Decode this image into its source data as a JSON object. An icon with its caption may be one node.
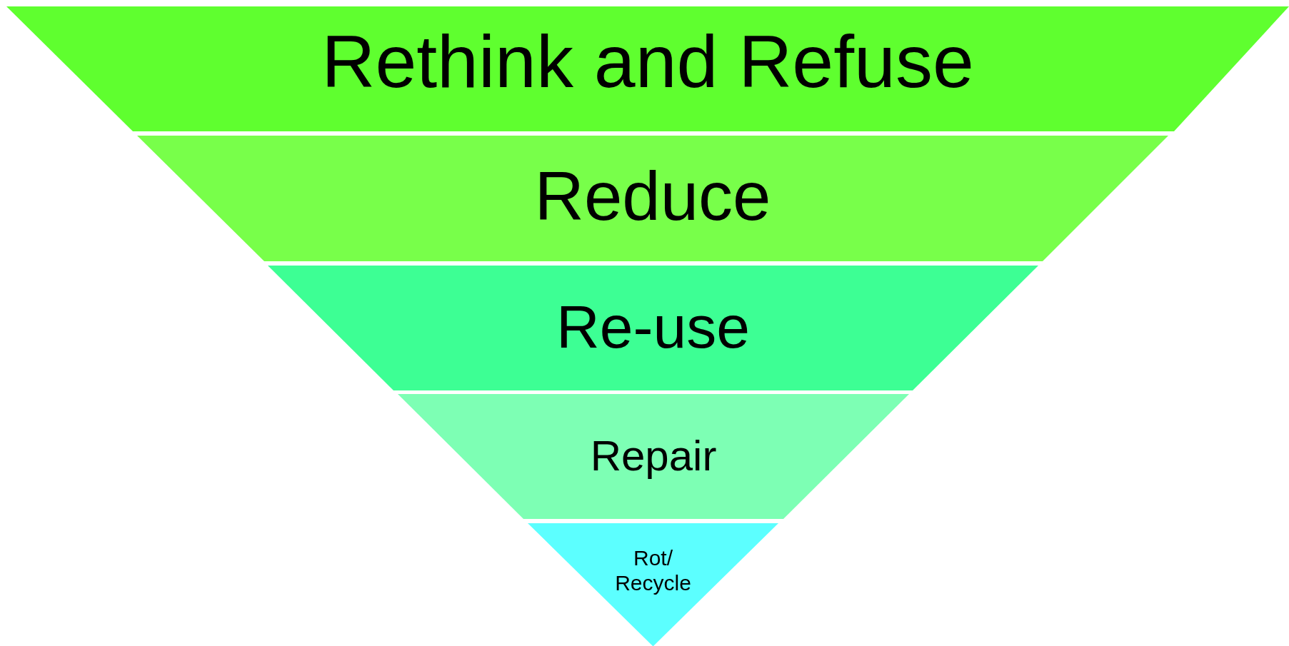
{
  "diagram": {
    "nodes": [
      {
        "text": [
          "Rethink and Refuse"
        ]
      },
      {
        "text": [
          "Reduce"
        ]
      },
      {
        "text": [
          "Re-use"
        ]
      },
      {
        "text": [
          "Repair"
        ]
      },
      {
        "text": [
          "Rot/ Recycle"
        ]
      }
    ]
  }
}
